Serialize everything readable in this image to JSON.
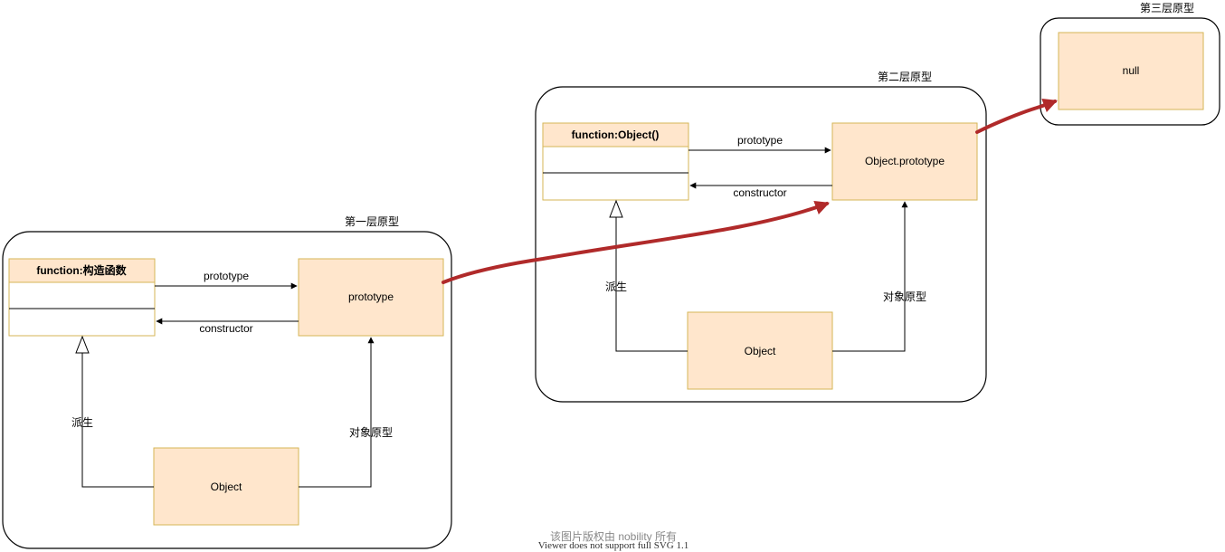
{
  "groups": {
    "layer1": "第一层原型",
    "layer2": "第二层原型",
    "layer3": "第三层原型"
  },
  "layer1": {
    "function_header": "function:构造函数",
    "prototype_box": "prototype",
    "object_box": "Object",
    "edge_prototype": "prototype",
    "edge_constructor": "constructor",
    "edge_derive": "派生",
    "edge_object_proto": "对象原型"
  },
  "layer2": {
    "function_header": "function:Object()",
    "prototype_box": "Object.prototype",
    "object_box": "Object",
    "edge_prototype": "prototype",
    "edge_constructor": "constructor",
    "edge_derive": "派生",
    "edge_object_proto": "对象原型"
  },
  "layer3": {
    "null_box": "null"
  },
  "footer": {
    "watermark": "该图片版权由 nobility 所有",
    "notice": "Viewer does not support full SVG 1.1"
  },
  "colors": {
    "box_fill": "#ffe6cc",
    "box_stroke": "#d6b656",
    "chain_line": "#b02a2a"
  }
}
